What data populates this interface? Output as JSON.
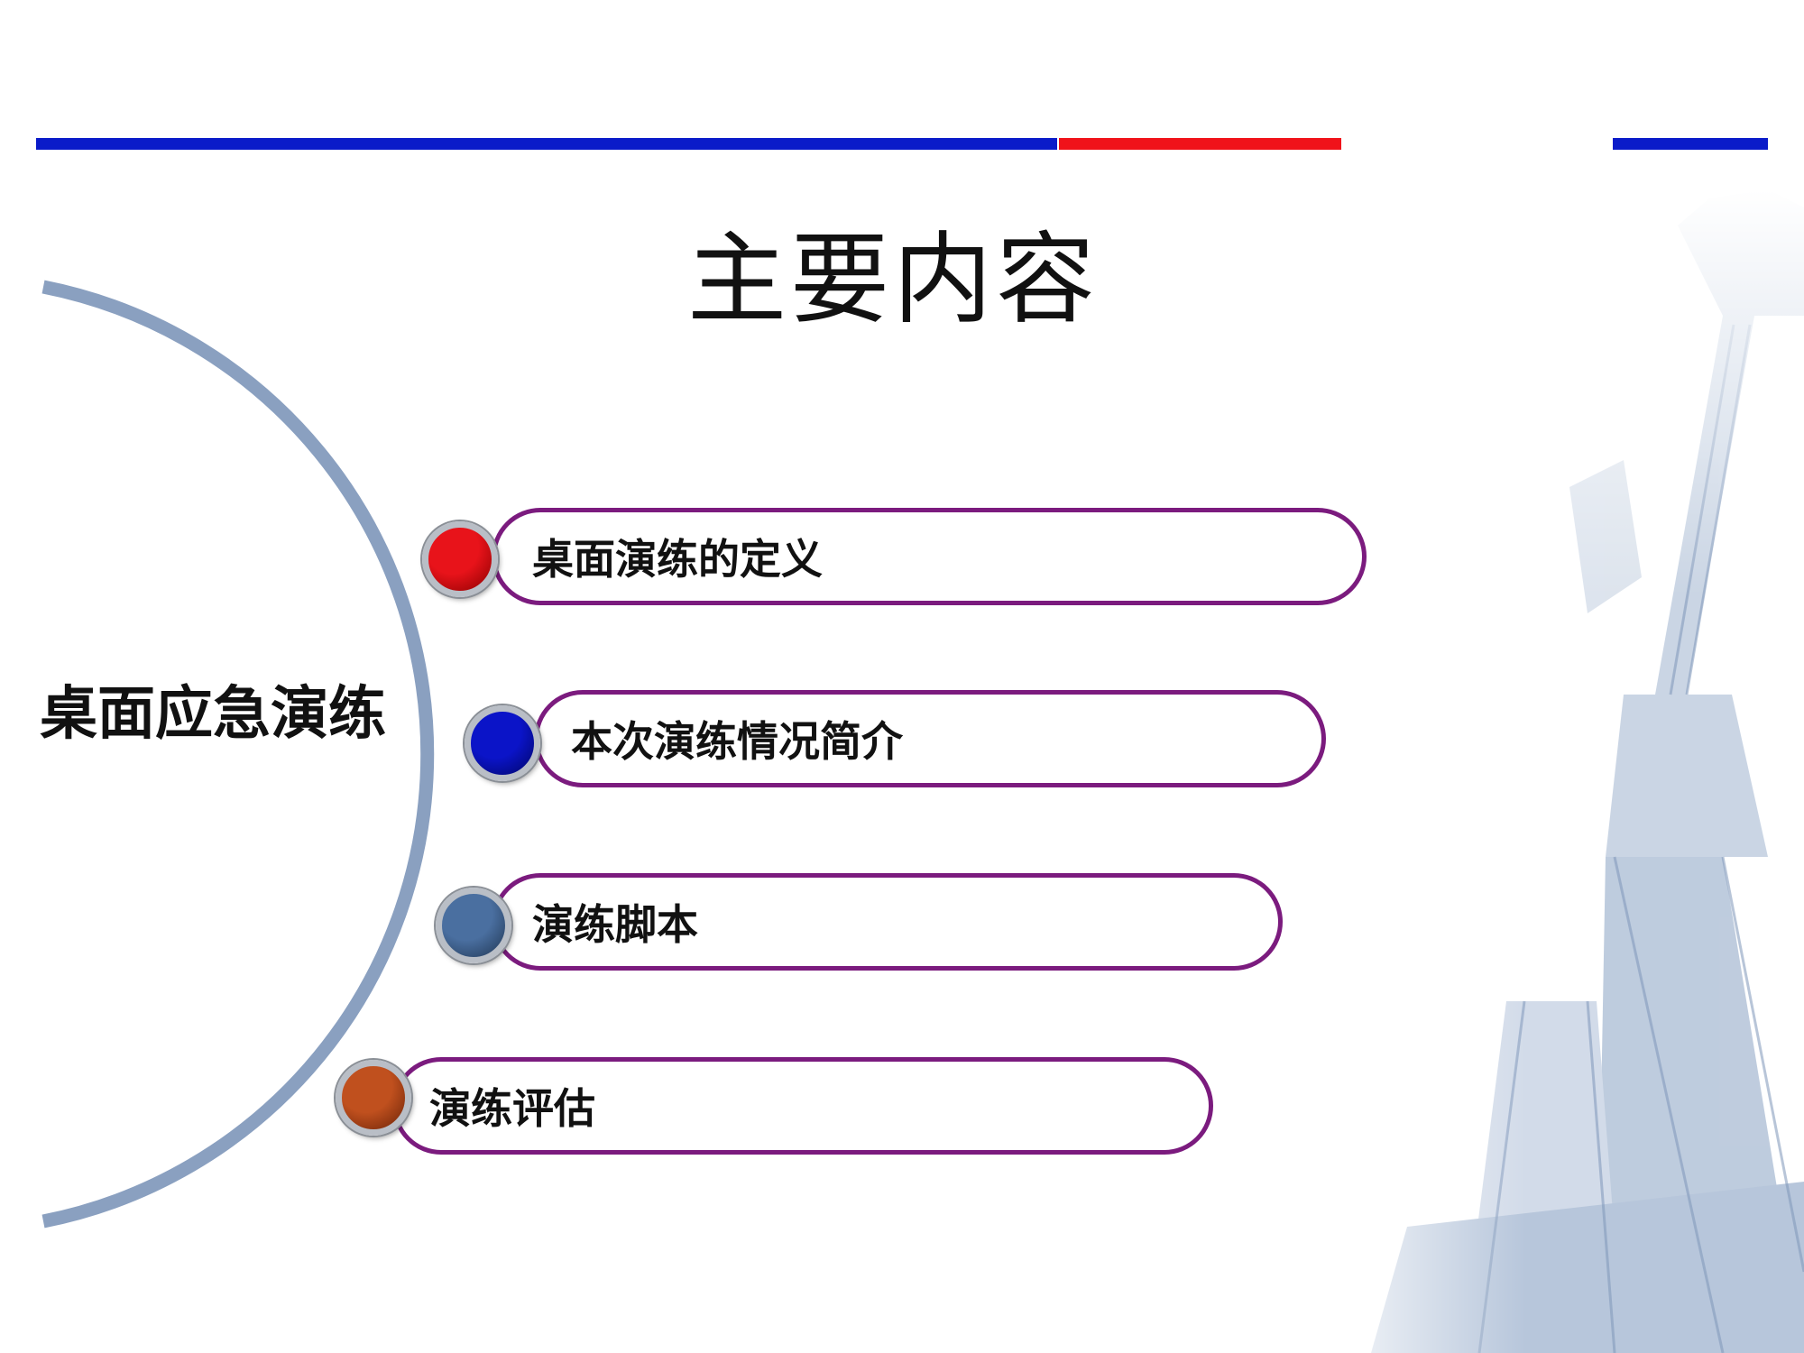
{
  "slide": {
    "title": "主要内容",
    "center_label": "桌面应急演练",
    "colors": {
      "bar_blue": "#0a1bc9",
      "bar_red": "#f0121a",
      "arc": "#8aa0c0",
      "item_border": "#7b1b7e"
    }
  },
  "items": [
    {
      "label": "桌面演练的定义",
      "bullet_color": "#e8131a",
      "bullet_dark": "#8a0000"
    },
    {
      "label": "本次演练情况简介",
      "bullet_color": "#0b14c8",
      "bullet_dark": "#000566"
    },
    {
      "label": "演练脚本",
      "bullet_color": "#4a6fa0",
      "bullet_dark": "#1f3552"
    },
    {
      "label": "演练评估",
      "bullet_color": "#c0501e",
      "bullet_dark": "#6a2208"
    }
  ]
}
